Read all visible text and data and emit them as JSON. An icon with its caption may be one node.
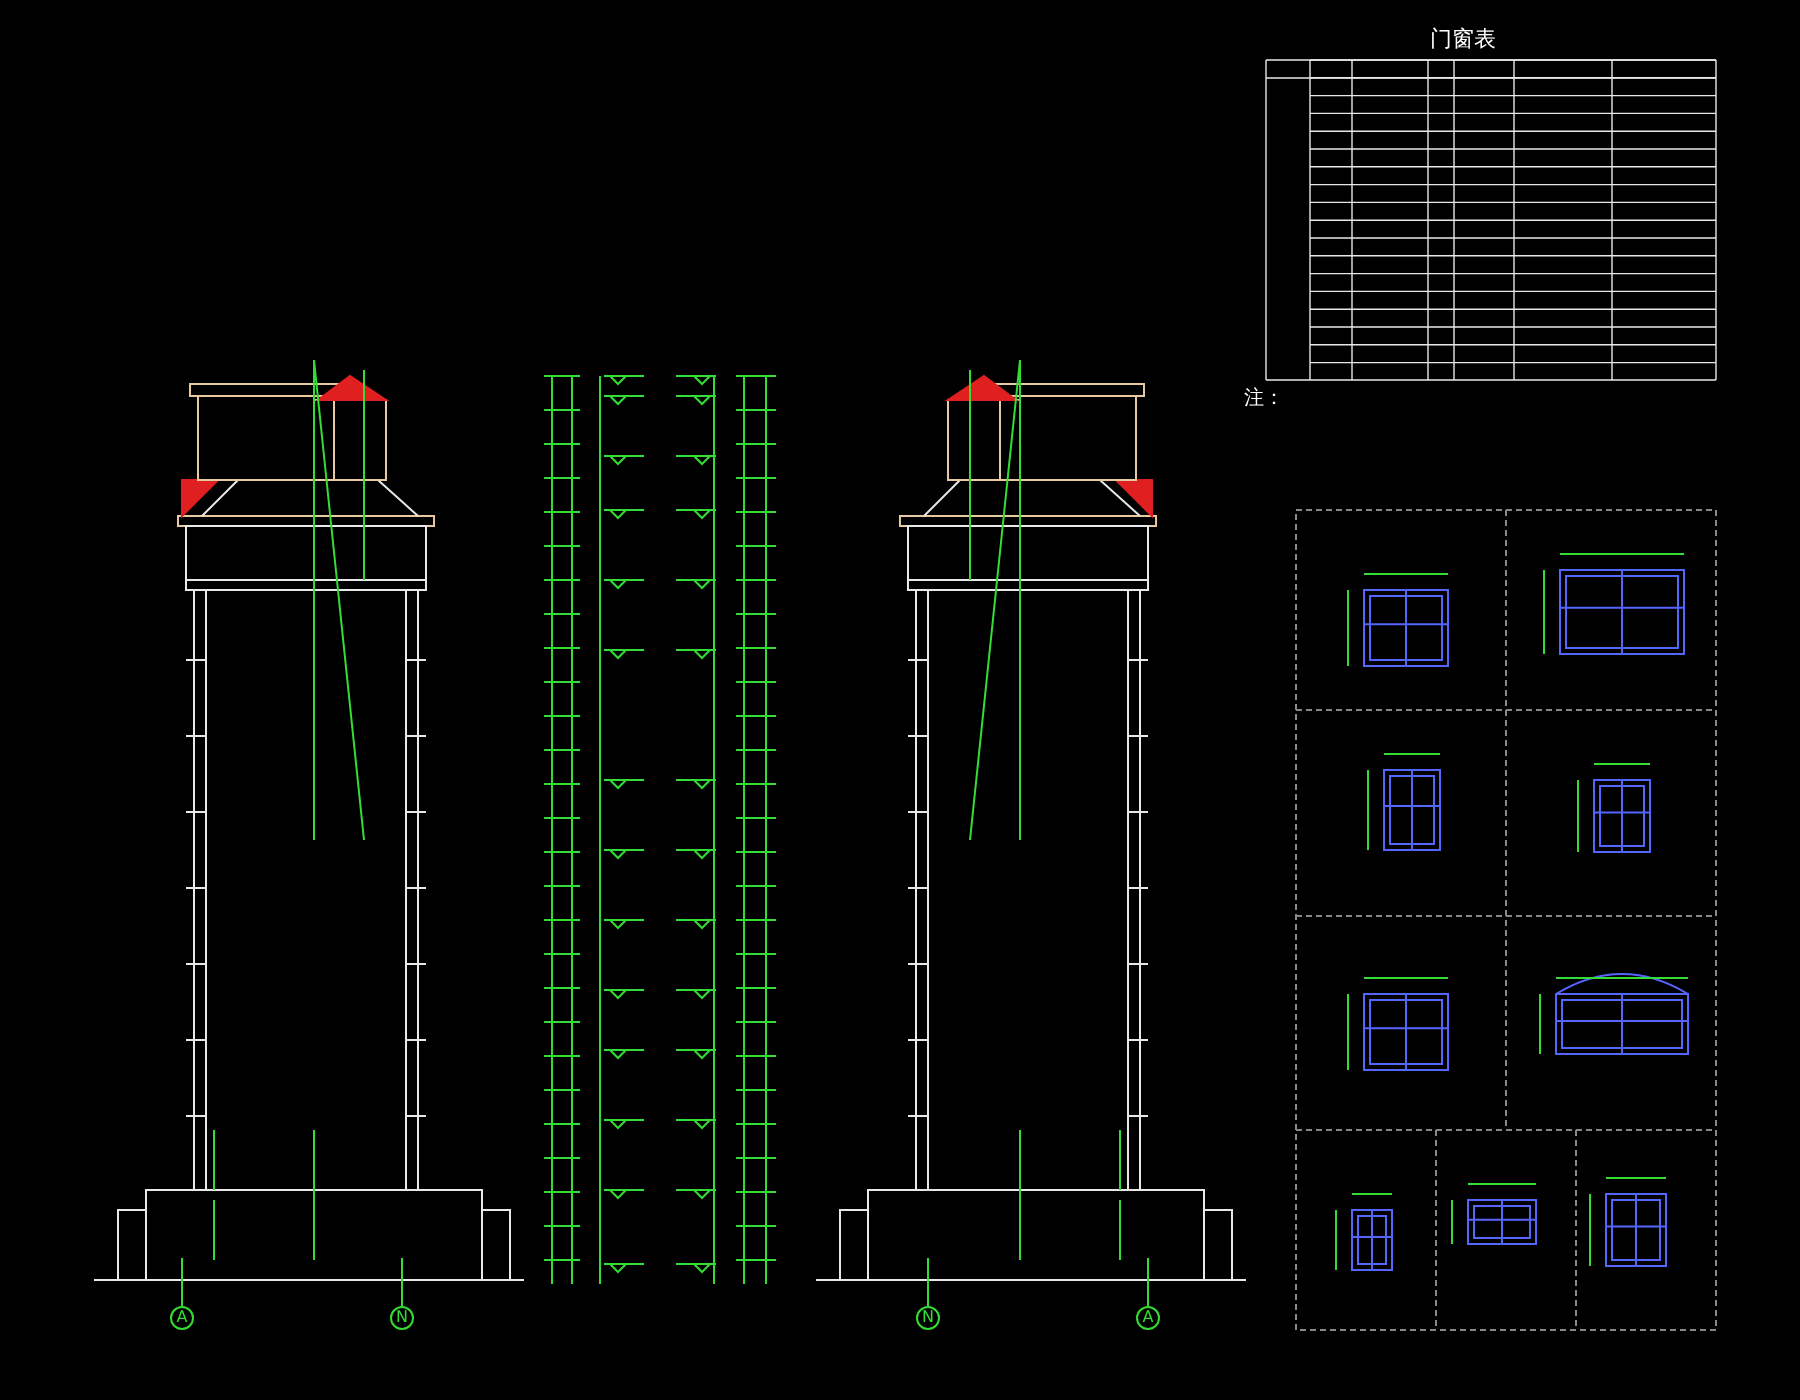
{
  "diagram": {
    "nodes": [
      {
        "text": [
          "A"
        ]
      },
      {
        "text": [
          "N"
        ]
      },
      {
        "text": [
          "N"
        ]
      },
      {
        "text": [
          "A"
        ]
      }
    ],
    "edges": [],
    "labels": [
      "门窗表",
      "注："
    ]
  }
}
